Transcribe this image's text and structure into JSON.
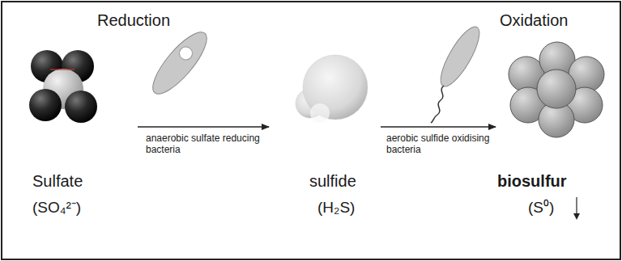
{
  "diagram": {
    "labels": [
      "Reduction",
      "Oxidation",
      "anaerobic sulfate reducing bacteria",
      "aerobic sulfide oxidising bacteria",
      "Sulfate",
      "(SO₄²⁻)",
      "sulfide",
      "(H₂S)",
      "biosulfur",
      "(S⁰)"
    ]
  }
}
